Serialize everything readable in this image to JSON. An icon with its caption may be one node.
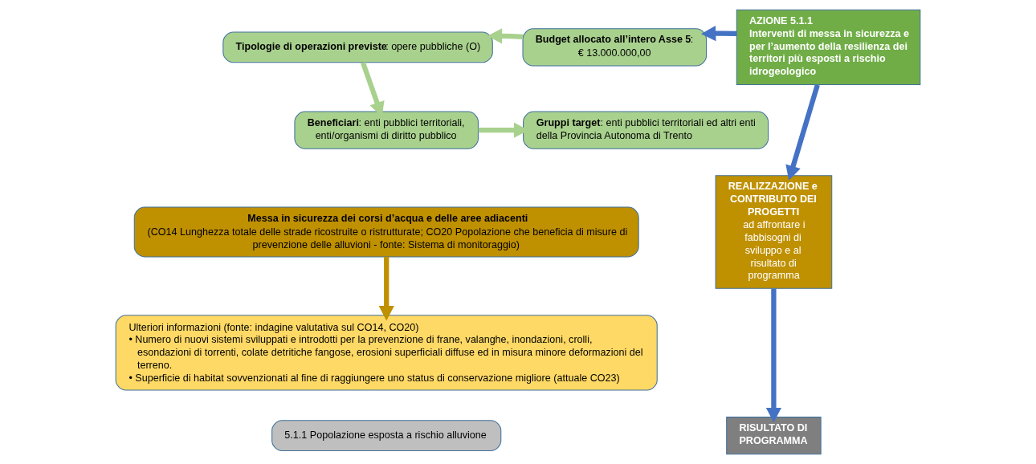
{
  "diagram": {
    "nodes": [
      {
        "text": [
          "**Tipologie di operazioni previste**: opere pubbliche (O)"
        ]
      },
      {
        "text": [
          "**Budget allocato all’intero Asse 5**:",
          "€ 13.000.000,00"
        ]
      },
      {
        "text": [
          "**Beneficiari**: enti pubblici territoriali, enti/organismi di diritto pubblico"
        ]
      },
      {
        "text": [
          "**Gruppi target**: enti pubblici territoriali ed altri enti della Provincia Autonoma di Trento"
        ]
      },
      {
        "text": [
          "AZIONE 5.1.1",
          "Interventi di messa in sicurezza e per l’aumento della resilienza dei territori più esposti a rischio idrogeologico"
        ]
      },
      {
        "text": [
          "Messa in sicurezza dei corsi d’acqua e delle aree adiacenti",
          "(CO14 Lunghezza totale delle strade ricostruite o ristrutturate; CO20 Popolazione che beneficia di misure di prevenzione delle alluvioni - fonte: Sistema di monitoraggio)"
        ]
      },
      {
        "text": [
          "Ulteriori informazioni (fonte: indagine valutativa sul CO14, CO20)",
          "• Numero di nuovi sistemi sviluppati e introdotti per la prevenzione di frane, valanghe, inondazioni, crolli, esondazioni di torrenti, colate detritiche fangose, erosioni superficiali diffuse ed in misura minore deformazioni del terreno.",
          "• Superficie di habitat sovvenzionati al fine di raggiungere uno status di conservazione migliore (attuale CO23)"
        ]
      },
      {
        "text": [
          "REALIZZAZIONE e CONTRIBUTO DEI PROGETTI",
          "ad affrontare i fabbisogni di sviluppo e al risultato di programma"
        ]
      },
      {
        "text": [
          "5.1.1 Popolazione esposta a rischio alluvione"
        ]
      },
      {
        "text": [
          "RISULTATO DI PROGRAMMA"
        ]
      }
    ],
    "edges": [
      {
        "from": 1,
        "to": 0,
        "arrow": "to",
        "color": "#a9d18e"
      },
      {
        "from": 0,
        "to": 2,
        "arrow": "to",
        "color": "#a9d18e"
      },
      {
        "from": 2,
        "to": 3,
        "arrow": "to",
        "color": "#a9d18e"
      },
      {
        "from": 4,
        "to": 1,
        "arrow": "to",
        "color": "#4472c4"
      },
      {
        "from": 4,
        "to": 7,
        "arrow": "to",
        "color": "#4472c4"
      },
      {
        "from": 5,
        "to": 6,
        "arrow": "to",
        "color": "#bf9000"
      },
      {
        "from": 7,
        "to": 9,
        "arrow": "to",
        "color": "#4472c4"
      }
    ]
  }
}
